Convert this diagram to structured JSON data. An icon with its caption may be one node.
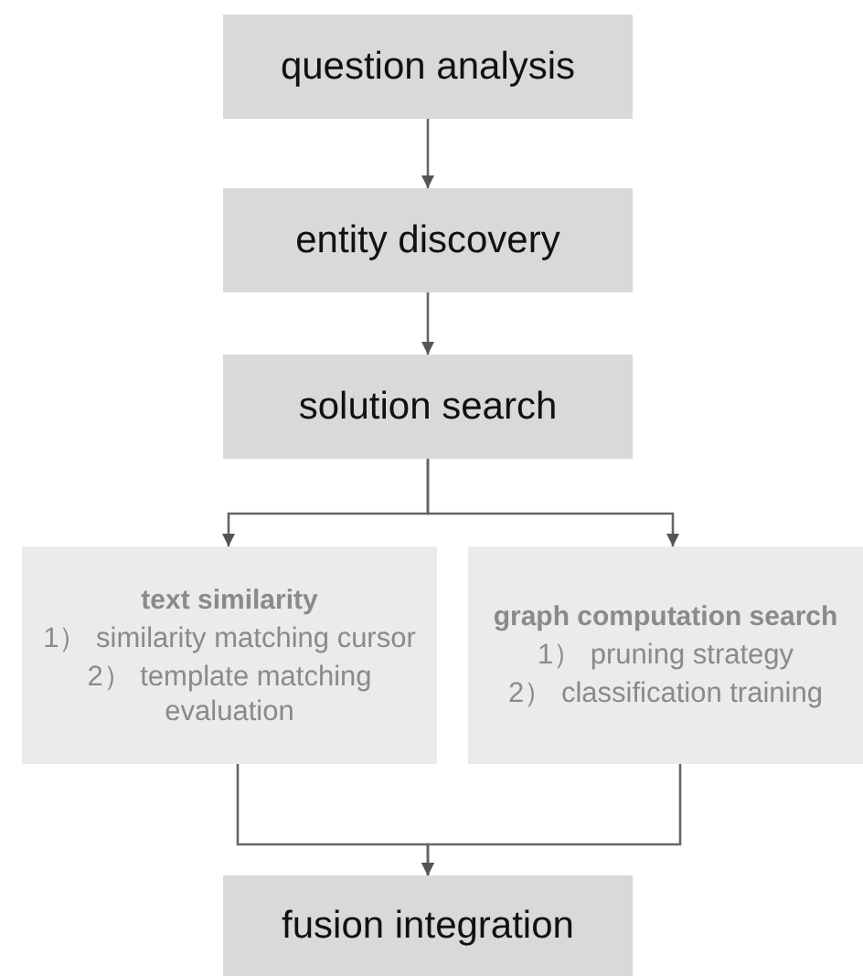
{
  "diagram": {
    "nodes": [
      {
        "text": [
          "question analysis"
        ]
      },
      {
        "text": [
          "entity discovery"
        ]
      },
      {
        "text": [
          "solution search"
        ]
      },
      {
        "text": [
          "text similarity",
          "1） similarity matching cursor",
          "2） template matching evaluation"
        ]
      },
      {
        "text": [
          "graph computation search",
          "1） pruning strategy",
          "2） classification training"
        ]
      },
      {
        "text": [
          "fusion integration"
        ]
      }
    ],
    "edges": [
      {
        "from": 0,
        "to": 1,
        "arrow": "to"
      },
      {
        "from": 1,
        "to": 2,
        "arrow": "to"
      },
      {
        "from": 2,
        "to": 3,
        "arrow": "to"
      },
      {
        "from": 2,
        "to": 4,
        "arrow": "to"
      },
      {
        "from": 3,
        "to": 5,
        "arrow": "to"
      },
      {
        "from": 4,
        "to": 5,
        "arrow": "to"
      }
    ]
  }
}
